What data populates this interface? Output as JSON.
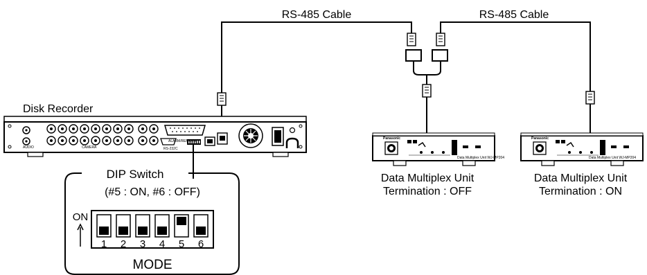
{
  "cable_labels": {
    "left": "RS-485 Cable",
    "right": "RS-485 Cable"
  },
  "recorder": {
    "title": "Disk Recorder"
  },
  "dip": {
    "title": "DIP Switch",
    "state": "(#5 : ON, #6 : OFF)",
    "on_label": "ON",
    "numbers": [
      "1",
      "2",
      "3",
      "4",
      "5",
      "6"
    ],
    "up_positions": [
      false,
      false,
      false,
      false,
      true,
      false
    ],
    "mode_label": "MODE"
  },
  "units": [
    {
      "name": "Data Multiplex Unit",
      "termination": "Termination : OFF",
      "brand": "Panasonic"
    },
    {
      "name": "Data Multiplex Unit",
      "termination": "Termination : ON",
      "brand": "Panasonic"
    }
  ]
}
